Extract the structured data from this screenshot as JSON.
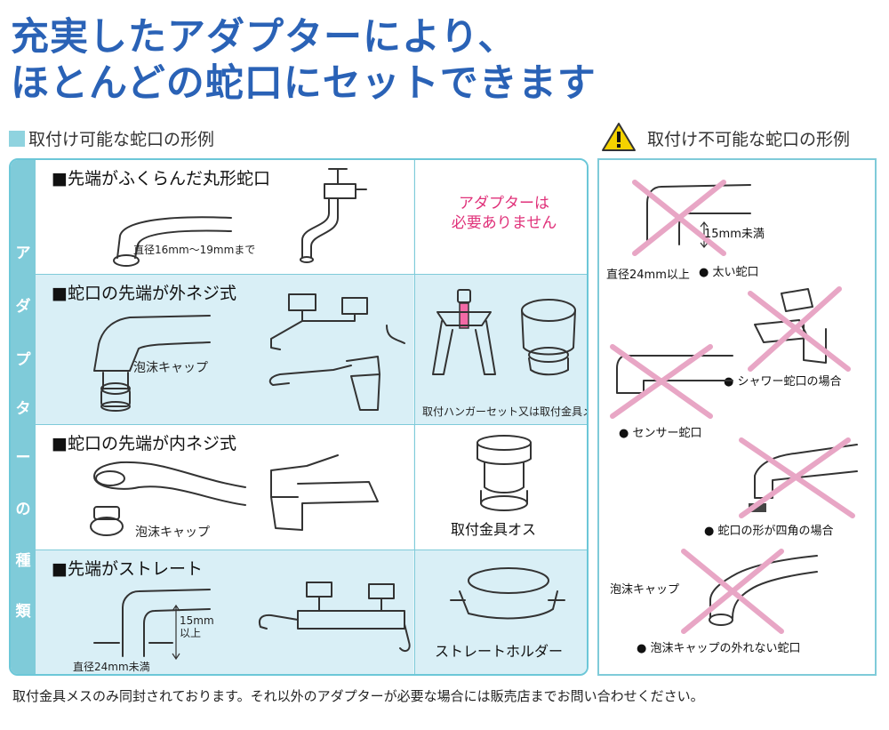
{
  "title": {
    "line1": "充実したアダプターにより、",
    "line2": "ほとんどの蛇口にセットできます"
  },
  "possible_label": "取付け可能な蛇口の形例",
  "impossible_label": "取付け不可能な蛇口の形例",
  "sidebar_chars": [
    "ア",
    "ダ",
    "プ",
    "タ",
    "ー",
    "の",
    "種",
    "類"
  ],
  "rows": [
    {
      "title": "■先端がふくらんだ丸形蛇口",
      "note": "直径16mm～19mmまで",
      "right_text": "アダプターは\n必要ありません"
    },
    {
      "title": "■蛇口の先端が外ネジ式",
      "note": "泡沫キャップ",
      "right_text": "取付ハンガーセット又は取付金具メス"
    },
    {
      "title": "■蛇口の先端が内ネジ式",
      "note": "泡沫キャップ",
      "right_text": "取付金具オス"
    },
    {
      "title": "■先端がストレート",
      "note": "直径24mm未満",
      "note2": "15mm\n以上",
      "right_text": "ストレートホルダー"
    }
  ],
  "impossible": {
    "dim1": "15mm未満",
    "dim2": "直径24mm以上",
    "item1": "● 太い蛇口",
    "item2": "● シャワー蛇口の場合",
    "item3": "● センサー蛇口",
    "item4": "● 蛇口の形が四角の場合",
    "cap_label": "泡沫キャップ",
    "item5": "● 泡沫キャップの外れない蛇口"
  },
  "footer": "取付金具メスのみ同封されております。それ以外のアダプターが必要な場合には販売店までお問い合わせください。",
  "colors": {
    "title": "#2a62b6",
    "panel_border": "#6cc7d8",
    "sidebar": "#7fcbd9",
    "row_blue": "#d9eff6",
    "cross": "#e8a6c5",
    "pink_text": "#e0327a"
  },
  "icons": [
    "warning-icon"
  ]
}
